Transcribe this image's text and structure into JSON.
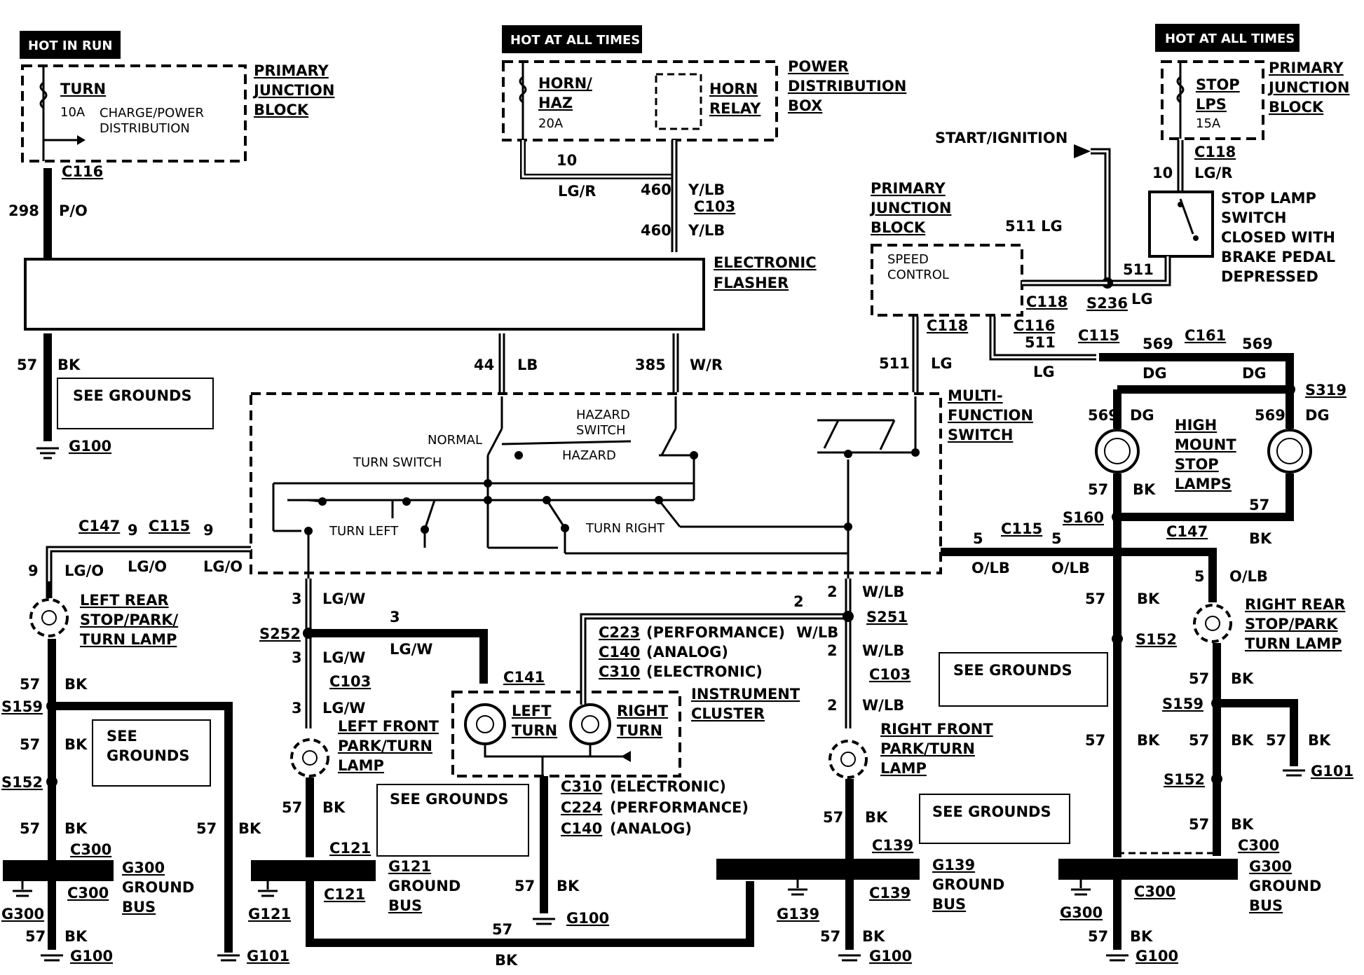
{
  "tags": {
    "hot_in_run": "HOT IN RUN",
    "hot_all_times_1": "HOT AT ALL TIMES",
    "hot_all_times_2": "HOT AT ALL TIMES"
  },
  "pjb_left": {
    "l1": "PRIMARY",
    "l2": "JUNCTION",
    "l3": "BLOCK",
    "fuse": "TURN",
    "amps": "10A",
    "note1": "CHARGE/POWER",
    "note2": "DISTRIBUTION"
  },
  "pdb": {
    "l1": "POWER",
    "l2": "DISTRIBUTION",
    "l3": "BOX",
    "fuse1": "HORN/",
    "fuse2": "HAZ",
    "amps": "20A",
    "relay1": "HORN",
    "relay2": "RELAY"
  },
  "pjb_right": {
    "l1": "PRIMARY",
    "l2": "JUNCTION",
    "l3": "BLOCK",
    "fuse1": "STOP",
    "fuse2": "LPS",
    "amps": "15A"
  },
  "pjb_mid": {
    "l1": "PRIMARY",
    "l2": "JUNCTION",
    "l3": "BLOCK",
    "sc1": "SPEED",
    "sc2": "CONTROL"
  },
  "start_ignition": "START/IGNITION",
  "stop_switch": {
    "l1": "STOP LAMP",
    "l2": "SWITCH",
    "l3": "CLOSED WITH",
    "l4": "BRAKE PEDAL",
    "l5": "DEPRESSED"
  },
  "flasher": {
    "l1": "ELECTRONIC",
    "l2": "FLASHER"
  },
  "mfs": {
    "l1": "MULTI-",
    "l2": "FUNCTION",
    "l3": "SWITCH",
    "normal": "NORMAL",
    "turn_switch": "TURN SWITCH",
    "haz_sw1": "HAZARD",
    "haz_sw2": "SWITCH",
    "hazard": "HAZARD",
    "turn_left": "TURN LEFT",
    "turn_right": "TURN RIGHT"
  },
  "see_grounds": "SEE GROUNDS",
  "see": "SEE",
  "grounds": "GROUNDS",
  "cluster": {
    "l1": "INSTRUMENT",
    "l2": "CLUSTER",
    "left1": "LEFT",
    "left2": "TURN",
    "right1": "RIGHT",
    "right2": "TURN"
  },
  "cluster_conn": {
    "c223": "C223",
    "perf": "(PERFORMANCE)",
    "c140": "C140",
    "analog": "(ANALOG)",
    "c310": "C310",
    "elec": "(ELECTRONIC)",
    "c224": "C224"
  },
  "lamps": {
    "lr1": "LEFT REAR",
    "lr2": "STOP/PARK/",
    "lr3": "TURN LAMP",
    "lf1": "LEFT FRONT",
    "lf2": "PARK/TURN",
    "lf3": "LAMP",
    "rf1": "RIGHT FRONT",
    "rf2": "PARK/TURN",
    "rf3": "LAMP",
    "rr1": "RIGHT REAR",
    "rr2": "STOP/PARK",
    "rr3": "TURN LAMP",
    "hm1": "HIGH",
    "hm2": "MOUNT",
    "hm3": "STOP",
    "hm4": "LAMPS"
  },
  "ground_bus": {
    "ground": "GROUND",
    "bus": "BUS",
    "g300": "G300",
    "g121": "G121",
    "g139": "G139"
  },
  "grounds_ids": {
    "g100": "G100",
    "g101": "G101",
    "g121": "G121",
    "g139": "G139",
    "g300": "G300"
  },
  "wires": {
    "w298": "298",
    "po": "P/O",
    "w57": "57",
    "bk": "BK",
    "w10": "10",
    "lgr": "LG/R",
    "w460": "460",
    "ylb": "Y/LB",
    "w44": "44",
    "lb": "LB",
    "w385": "385",
    "wr": "W/R",
    "w511": "511",
    "lg": "LG",
    "w511lg": "511 LG",
    "w569": "569",
    "dg": "DG",
    "w9": "9",
    "lgo": "LG/O",
    "w3": "3",
    "lgw": "LG/W",
    "w2": "2",
    "wlb": "W/LB",
    "w5": "5",
    "olb": "O/LB"
  },
  "connectors": {
    "c116": "C116",
    "c103": "C103",
    "c118": "C118",
    "c115": "C115",
    "c161": "C161",
    "c147": "C147",
    "c141": "C141",
    "c121": "C121",
    "c139": "C139",
    "c300": "C300",
    "s236": "S236",
    "s319": "S319",
    "s160": "S160",
    "s152": "S152",
    "s159": "S159",
    "s252": "S252",
    "s251": "S251"
  },
  "colors": {
    "ink": "#000000",
    "paper": "#ffffff"
  }
}
